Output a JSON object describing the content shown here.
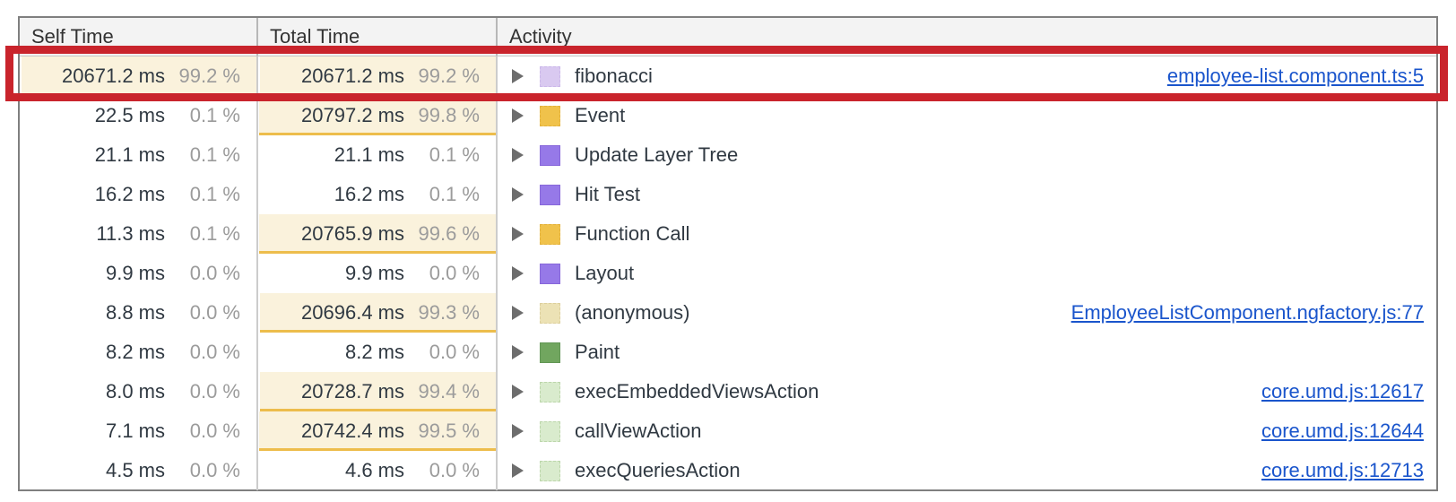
{
  "header": {
    "self": "Self Time",
    "total": "Total Time",
    "activity": "Activity"
  },
  "rows": [
    {
      "self_ms": "20671.2 ms",
      "self_pct": "99.2 %",
      "self_bar": 99.2,
      "total_ms": "20671.2 ms",
      "total_pct": "99.2 %",
      "total_bar": 99.2,
      "label": "fibonacci",
      "icon": "js-light-purple",
      "link": "employee-list.component.ts:5",
      "annotated": true
    },
    {
      "self_ms": "22.5 ms",
      "self_pct": "0.1 %",
      "total_ms": "20797.2 ms",
      "total_pct": "99.8 %",
      "total_bar": 99.8,
      "label": "Event",
      "icon": "event-yellow",
      "link": ""
    },
    {
      "self_ms": "21.1 ms",
      "self_pct": "0.1 %",
      "total_ms": "21.1 ms",
      "total_pct": "0.1 %",
      "label": "Update Layer Tree",
      "icon": "rendering-purple",
      "link": ""
    },
    {
      "self_ms": "16.2 ms",
      "self_pct": "0.1 %",
      "total_ms": "16.2 ms",
      "total_pct": "0.1 %",
      "label": "Hit Test",
      "icon": "rendering-purple",
      "link": ""
    },
    {
      "self_ms": "11.3 ms",
      "self_pct": "0.1 %",
      "total_ms": "20765.9 ms",
      "total_pct": "99.6 %",
      "total_bar": 99.6,
      "label": "Function Call",
      "icon": "event-yellow",
      "link": ""
    },
    {
      "self_ms": "9.9 ms",
      "self_pct": "0.0 %",
      "total_ms": "9.9 ms",
      "total_pct": "0.0 %",
      "label": "Layout",
      "icon": "rendering-purple",
      "link": ""
    },
    {
      "self_ms": "8.8 ms",
      "self_pct": "0.0 %",
      "total_ms": "20696.4 ms",
      "total_pct": "99.3 %",
      "total_bar": 99.3,
      "label": "(anonymous)",
      "icon": "js-beige",
      "link": "EmployeeListComponent.ngfactory.js:77"
    },
    {
      "self_ms": "8.2 ms",
      "self_pct": "0.0 %",
      "total_ms": "8.2 ms",
      "total_pct": "0.0 %",
      "label": "Paint",
      "icon": "painting-green",
      "link": ""
    },
    {
      "self_ms": "8.0 ms",
      "self_pct": "0.0 %",
      "total_ms": "20728.7 ms",
      "total_pct": "99.4 %",
      "total_bar": 99.4,
      "label": "execEmbeddedViewsAction",
      "icon": "js-pale-green",
      "link": "core.umd.js:12617"
    },
    {
      "self_ms": "7.1 ms",
      "self_pct": "0.0 %",
      "total_ms": "20742.4 ms",
      "total_pct": "99.5 %",
      "total_bar": 99.5,
      "label": "callViewAction",
      "icon": "js-pale-green",
      "link": "core.umd.js:12644"
    },
    {
      "self_ms": "4.5 ms",
      "self_pct": "0.0 %",
      "total_ms": "4.6 ms",
      "total_pct": "0.0 %",
      "label": "execQueriesAction",
      "icon": "js-pale-green",
      "link": "core.umd.js:12713"
    }
  ],
  "icons": {
    "js-light-purple": {
      "fill": "#d9c9f0",
      "border": "#cbb7e9",
      "textured": true
    },
    "event-yellow": {
      "fill": "#f0c24b",
      "border": "#e2b13c",
      "textured": true
    },
    "rendering-purple": {
      "fill": "#9679e8",
      "border": "#8767da",
      "textured": false
    },
    "js-beige": {
      "fill": "#ece2b5",
      "border": "#dccf9d",
      "textured": true
    },
    "painting-green": {
      "fill": "#71a65f",
      "border": "#629755",
      "textured": false
    },
    "js-pale-green": {
      "fill": "#d9ebcd",
      "border": "#bcd6ab",
      "textured": true
    }
  },
  "colors": {
    "highlight_bg": "#faf2dc",
    "highlight_underline": "#edbd4c",
    "link_blue": "#1a55cc",
    "annotation_red": "#c9242c",
    "value_text": "#303942",
    "percent_text": "#9b9b9b"
  }
}
